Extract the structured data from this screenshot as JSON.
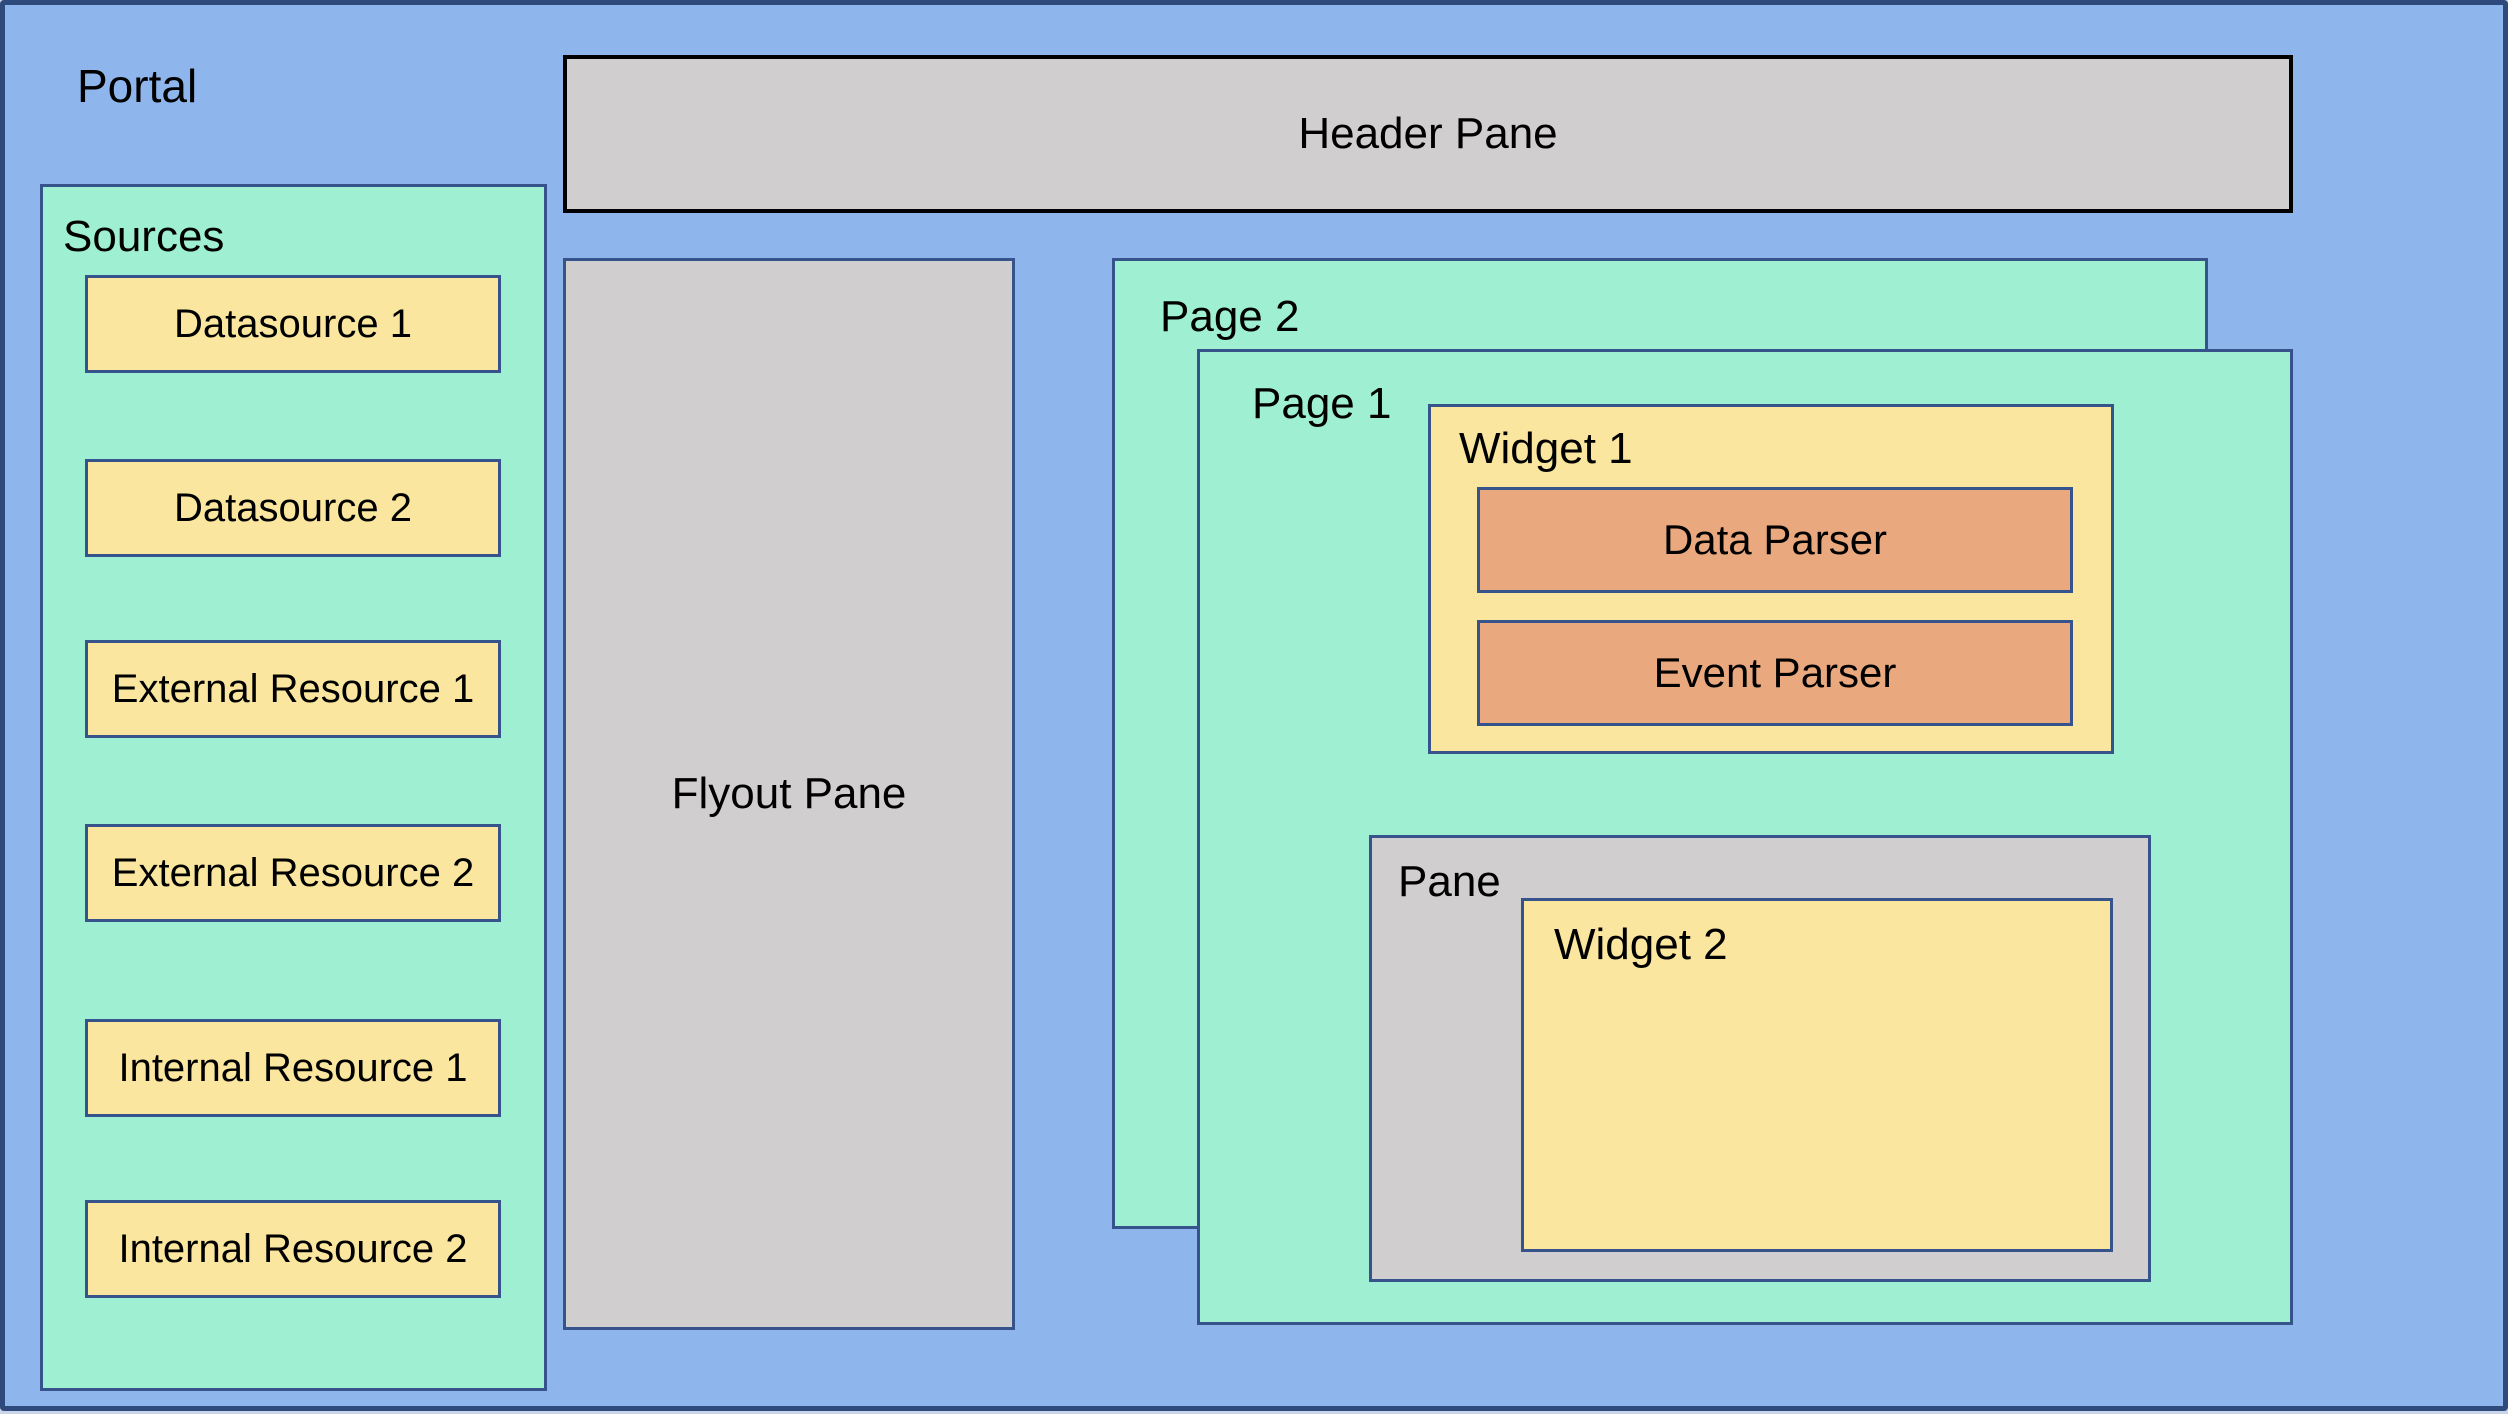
{
  "portal": {
    "label": "Portal"
  },
  "header_pane": {
    "label": "Header Pane"
  },
  "sources": {
    "label": "Sources",
    "items": [
      {
        "label": "Datasource 1"
      },
      {
        "label": "Datasource 2"
      },
      {
        "label": "External Resource 1"
      },
      {
        "label": "External Resource 2"
      },
      {
        "label": "Internal Resource 1"
      },
      {
        "label": "Internal Resource 2"
      }
    ]
  },
  "flyout_pane": {
    "label": "Flyout Pane"
  },
  "pages": {
    "page2": {
      "label": "Page 2"
    },
    "page1": {
      "label": "Page 1"
    }
  },
  "widget1": {
    "label": "Widget 1",
    "parsers": [
      {
        "label": "Data Parser"
      },
      {
        "label": "Event Parser"
      }
    ]
  },
  "pane": {
    "label": "Pane",
    "widget2": {
      "label": "Widget 2"
    }
  },
  "colors": {
    "background_blue": "#8EB6EC",
    "page_green": "#9FF0D2",
    "widget_yellow": "#FAE69E",
    "pane_gray": "#D0CECE",
    "parser_orange": "#E9A87D",
    "outline_navy": "#36538C",
    "header_outline_black": "#000000",
    "text_black": "#000000"
  }
}
